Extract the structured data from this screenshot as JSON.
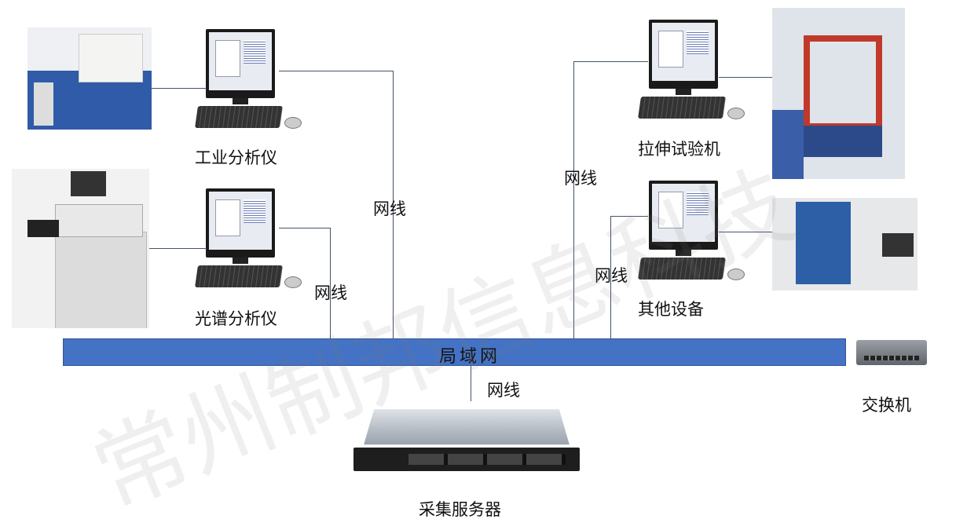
{
  "devices": {
    "industrial_analyzer": {
      "label": "工业分析仪"
    },
    "spectrometer": {
      "label": "光谱分析仪"
    },
    "tensile_tester": {
      "label": "拉伸试验机"
    },
    "other_equipment": {
      "label": "其他设备"
    },
    "switch": {
      "label": "交换机"
    },
    "server": {
      "label": "采集服务器"
    }
  },
  "network": {
    "lan_label": "局域网",
    "cable_label": "网线"
  },
  "watermark": "常州制邦信息科技",
  "colors": {
    "lan_bar": "#4472C4",
    "connector_line": "#44546A"
  }
}
